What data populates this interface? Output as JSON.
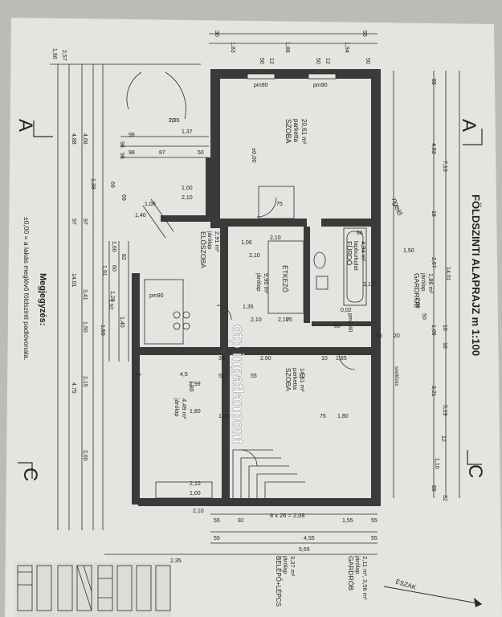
{
  "title": "FÖLDSZINTI ALAPRAJZ m 1:100",
  "section_labels": {
    "a": "A",
    "c": "C"
  },
  "north_label": "ÉSZAK",
  "watermark": "otp ingatlanpont",
  "note": {
    "heading": "Megjegyzés:",
    "text": "±0,00 = a lakás meglévő földszinti padlóvonala."
  },
  "rooms": [
    {
      "id": "szoba1",
      "name": "SZOBA",
      "floor": "parketta",
      "area": "20,61 m²"
    },
    {
      "id": "furdo",
      "name": "FÜRDŐ",
      "floor": "lapburkolat",
      "area": "4,94 m²"
    },
    {
      "id": "gardrob1",
      "name": "GARDRÓB",
      "floor": "járólap",
      "area": "1,86 m²"
    },
    {
      "id": "etkezo",
      "name": "ÉTKEZŐ",
      "floor": "járólap",
      "area": "9,95 m²"
    },
    {
      "id": "eloszoba",
      "name": "ELŐSZOBA",
      "floor": "járólap",
      "area": "2,91 m²"
    },
    {
      "id": "szoba2",
      "name": "SZOBA",
      "floor": "parketta",
      "area": "14,61 m²"
    },
    {
      "id": "konyha",
      "name": "",
      "floor": "járólap",
      "area": "4,49 m²"
    },
    {
      "id": "gardrob2",
      "name": "GARDRÓB",
      "floor": "járólap",
      "area": "2,11 m², 3,56 m²"
    },
    {
      "id": "belepo",
      "name": "BELÉPŐ+LÉPCS",
      "floor": "járólap",
      "area": "3,37 m²"
    }
  ],
  "misc_labels": {
    "level": "±0,00",
    "windows": "pm90",
    "pm": "pm2,40",
    "szellozo": "szellőzés",
    "stairs": "8 x 26 = 2,08",
    "handwriting": "ngelő"
  },
  "top_dims": [
    "30",
    "1,83",
    "1,88",
    "1,94",
    "55",
    "50",
    "12",
    "50",
    "12",
    "50"
  ],
  "left_dims": [
    "1,96",
    "2,57",
    "4,88",
    "4,68",
    "97",
    "97",
    "3,41",
    "14,01",
    "1,50",
    "2,15",
    "4,75",
    "2,60",
    "1,38",
    "69",
    "69",
    "98",
    "98",
    "82",
    "1,60",
    "1,91",
    "1,92",
    "1,50",
    "60",
    "1,80",
    "1,40",
    "1,20"
  ],
  "inner_dims": [
    "2,35",
    "1,37",
    "98",
    "98",
    "87",
    "50",
    "1,00",
    "2,10",
    "1,00",
    "1,40",
    "1,06",
    "2,10",
    "1,35",
    "2,10",
    "75",
    "2,10",
    "75",
    "2,10",
    "86",
    "2,17",
    "1,50",
    "2,60",
    "1,85",
    "10",
    "10",
    "4,5",
    "1,99",
    "1,80",
    "1,80",
    "75",
    "2,10",
    "1,00",
    "2,10",
    "0,02",
    "88",
    "77",
    "36",
    "55",
    "55",
    "1,06",
    "55",
    "20",
    "20"
  ],
  "right_dims": [
    "55",
    "4,53",
    "7,13",
    "18",
    "2,67",
    "14,01",
    "10",
    "1,05",
    "18",
    "3,21",
    "5,19",
    "12",
    "1,10",
    "55",
    "32",
    "1,69",
    "50"
  ],
  "bottom_dims": [
    "55",
    "92",
    "1,55",
    "55",
    "55",
    "4,55",
    "55",
    "5,65",
    "2,35"
  ]
}
